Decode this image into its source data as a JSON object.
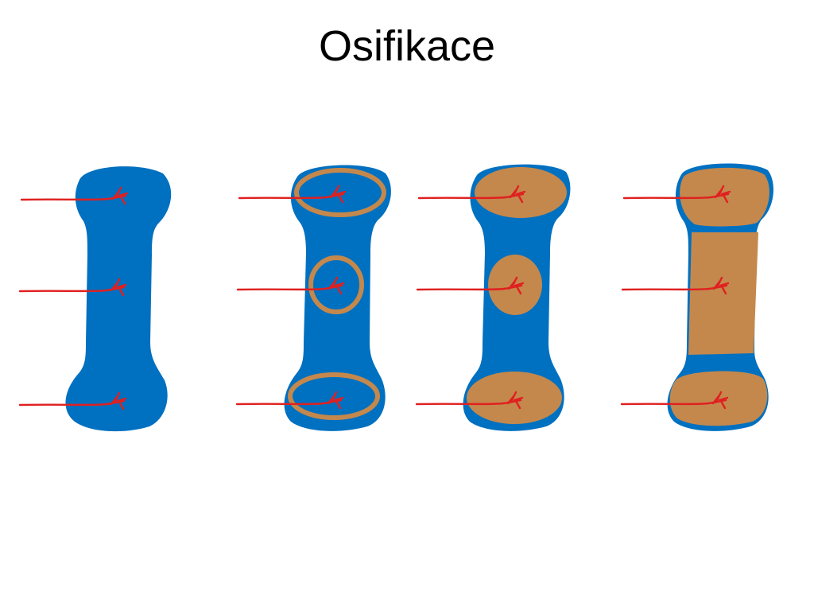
{
  "slide": {
    "title": "Osifikace"
  },
  "colors": {
    "cartilage": "#0070C0",
    "bone": "#C4884C",
    "blood_vessel": "#E02020",
    "background": "#FFFFFF",
    "title_text": "#000000"
  },
  "stages": [
    {
      "id": "stage-1",
      "ossification": "none"
    },
    {
      "id": "stage-2",
      "ossification": "ossification-rings"
    },
    {
      "id": "stage-3",
      "ossification": "ossification-centers"
    },
    {
      "id": "stage-4",
      "ossification": "diaphysis-and-epiphyses-ossified"
    }
  ]
}
